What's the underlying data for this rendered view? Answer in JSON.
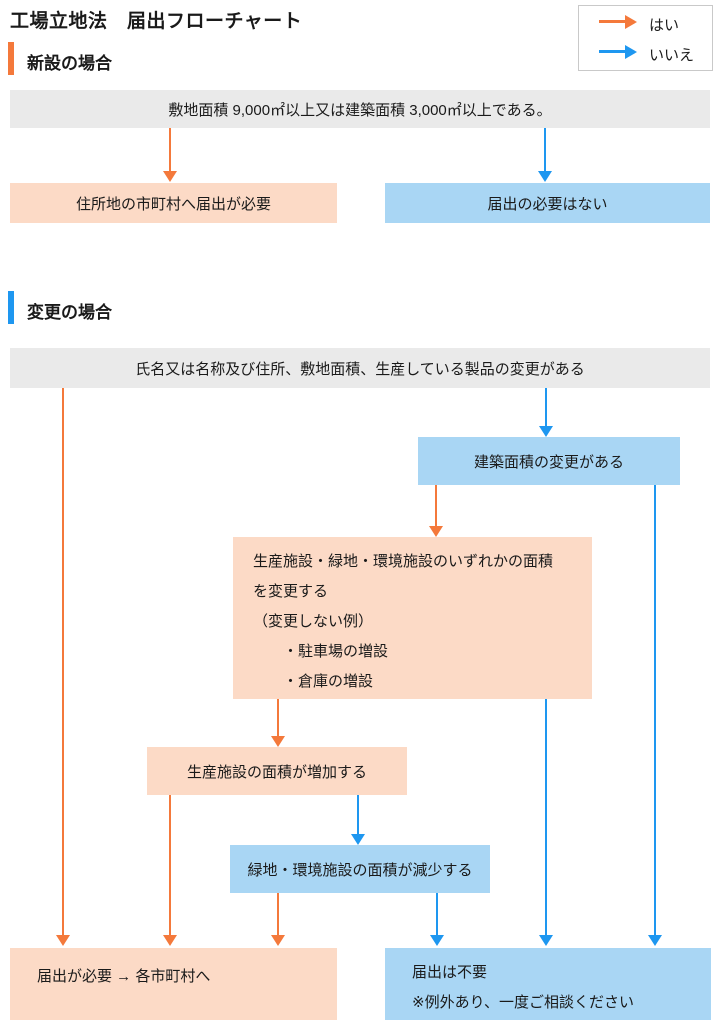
{
  "page": {
    "title": "工場立地法　届出フローチャート"
  },
  "legend": {
    "yes_label": "はい",
    "no_label": "いいえ",
    "yes_color": "#F4793B",
    "no_color": "#1E97F0"
  },
  "sections": {
    "new": {
      "heading": "新設の場合",
      "question": "敷地面積 9,000㎡以上又は建築面積 3,000㎡以上である。",
      "yes_result": "住所地の市町村へ届出が必要",
      "no_result": "届出の必要はない"
    },
    "change": {
      "heading": "変更の場合",
      "question": "氏名又は名称及び住所、敷地面積、生産している製品の変更がある",
      "building_change": "建築面積の変更がある",
      "facility_change": {
        "line1": "生産施設・緑地・環境施設のいずれかの面積",
        "line2": "を変更する",
        "line3": "（変更しない例）",
        "item1": "・駐車場の増設",
        "item2": "・倉庫の増設"
      },
      "production_increase": "生産施設の面積が増加する",
      "green_decrease": "緑地・環境施設の面積が減少する",
      "result_required": "届出が必要 → 各市町村へ",
      "result_not_required_line1": "届出は不要",
      "result_not_required_line2": "※例外あり、一度ご相談ください"
    }
  }
}
